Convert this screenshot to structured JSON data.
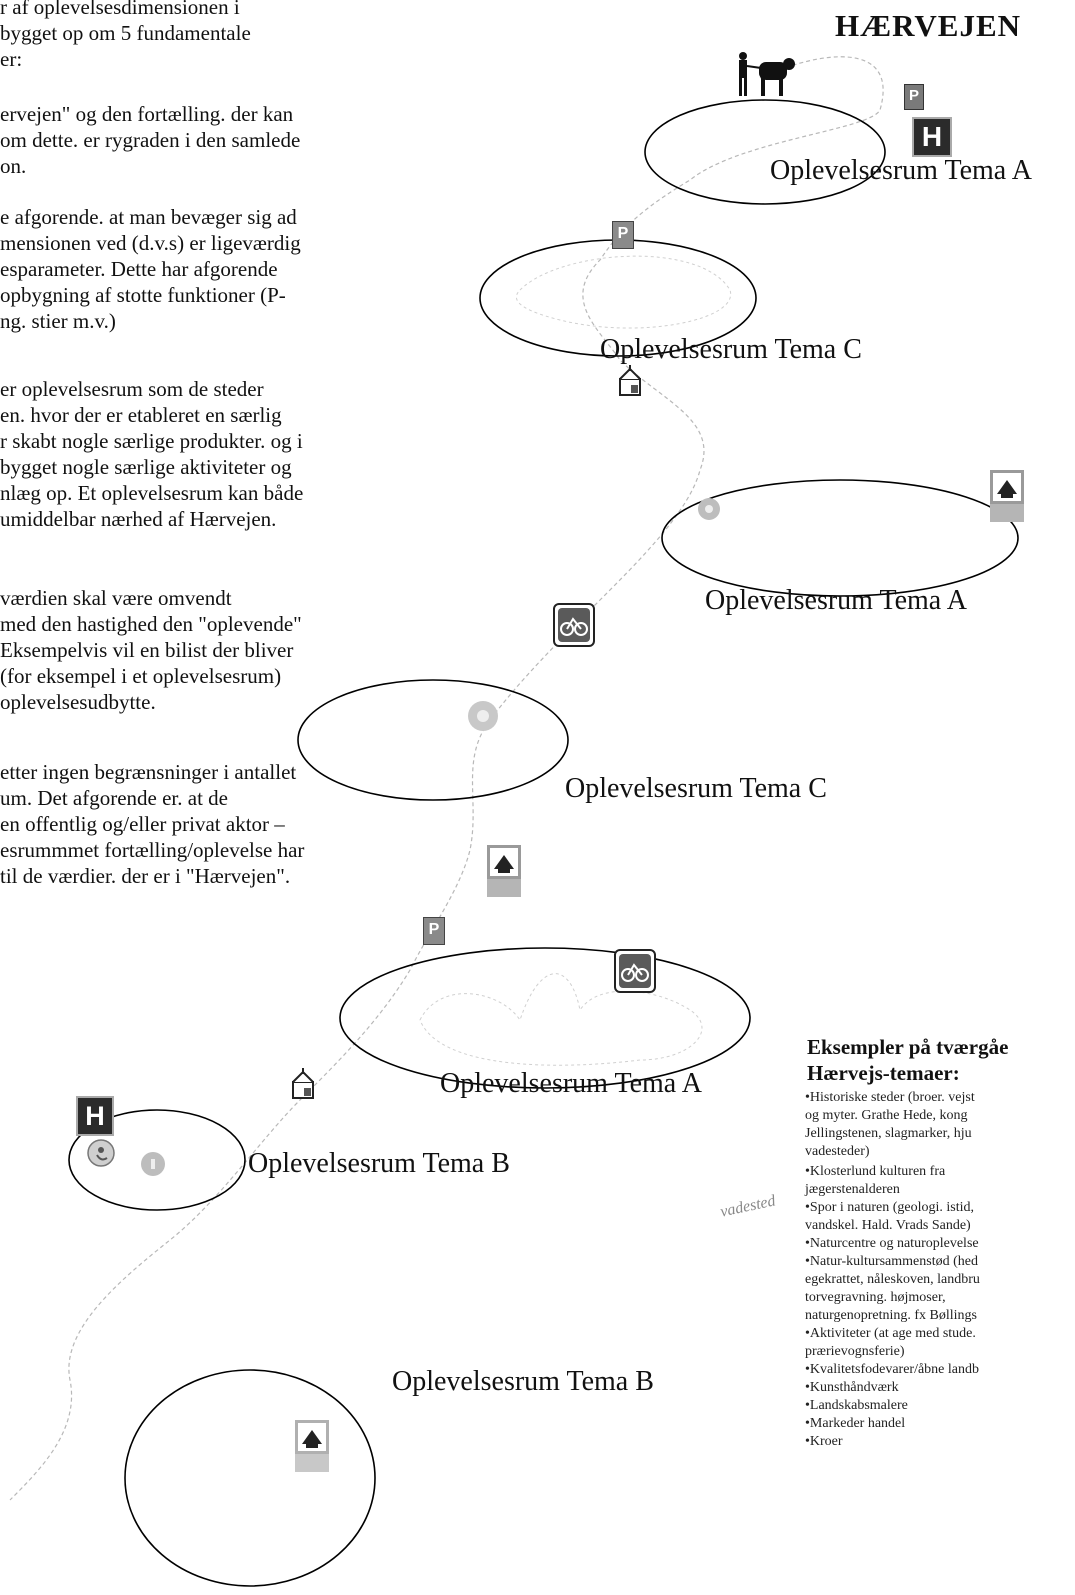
{
  "title": "HÆRVEJEN",
  "paragraphs": [
    "r af oplevelsesdimensionen i\nbygget op om 5 fundamentale\ner:",
    "ervejen\" og den fortælling. der kan\nom dette. er rygraden i den samlede\non.",
    "e afgorende. at man bevæger sig ad\nmensionen ved (d.v.s) er ligeværdig\nesparameter. Dette har afgorende\nopbygning af stotte funktioner (P-\nng. stier m.v.)",
    "er oplevelsesrum som de steder\nen. hvor der er etableret en særlig\nr skabt nogle særlige produkter. og i\nbygget nogle særlige aktiviteter og\nnlæg op. Et oplevelsesrum kan både\numiddelbar nærhed af Hærvejen.",
    "værdien skal være omvendt\nmed den hastighed den \"oplevende\"\nEksempelvis vil en bilist der bliver\n(for eksempel i et oplevelsesrum)\noplevelsesudbytte.",
    "etter ingen begrænsninger i antallet\num. Det afgorende er. at de\nen offentlig og/eller privat aktor –\nesrummmet fortælling/oplevelse har\ntil de værdier. der er i \"Hærvejen\"."
  ],
  "rooms": [
    "Oplevelsesrum Tema A",
    "Oplevelsesrum Tema C",
    "Oplevelsesrum Tema A",
    "Oplevelsesrum Tema C",
    "Oplevelsesrum Tema A",
    "Oplevelsesrum Tema B",
    "Oplevelsesrum Tema B"
  ],
  "icons": {
    "parking": "P",
    "hospital": "H"
  },
  "examples": {
    "heading": "Eksempler på tværgåe\nHærvejs-temaer:",
    "items": [
      "•Historiske steder (broer. vejst\nog myter. Grathe Hede, kong \nJellingstenen, slagmarker, hju\nvadesteder)",
      "•Klosterlund kulturen fra\njægerstenalderen",
      "•Spor i naturen (geologi. istid,\nvandskel. Hald. Vrads Sande)",
      "•Naturcentre og naturoplevelse",
      "•Natur-kultursammenstød (hed\negekrattet, nåleskoven, landbru\ntorvegravning. højmoser,\nnaturgenopretning. fx Bøllings",
      "•Aktiviteter (at age med stude.\nprærievognsferie)",
      "•Kvalitetsfodevarer/åbne landb",
      "•Kunsthåndværk",
      "•Landskabsmalere",
      "•Markeder handel",
      "•Kroer"
    ]
  },
  "handwritten_note": "vadested"
}
